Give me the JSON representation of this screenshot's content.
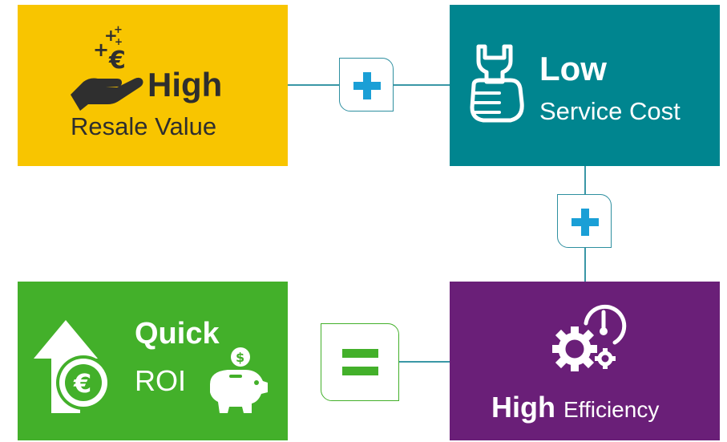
{
  "colors": {
    "resale_bg": "#f8c500",
    "service_bg": "#00858f",
    "roi_bg": "#43b02a",
    "efficiency_bg": "#6a1f78",
    "plus_color": "#1a9fd6",
    "equals_color": "#43b02a",
    "connector_color": "#3a97a6"
  },
  "resale": {
    "headline": "High",
    "subtitle": "Resale Value",
    "icon": "hand-euro-icon"
  },
  "service": {
    "headline": "Low",
    "subtitle": "Service Cost",
    "icon": "wrench-fist-icon"
  },
  "efficiency": {
    "headline": "High",
    "subtitle": "Efficiency",
    "icon": "gauge-gears-icon"
  },
  "roi": {
    "headline": "Quick",
    "subtitle": "ROI",
    "icons": [
      "arrow-euro-icon",
      "piggy-bank-icon"
    ],
    "euro_symbol": "€",
    "dollar_symbol": "$"
  },
  "operators": {
    "plus_top": "+",
    "plus_right": "+",
    "equals": "="
  },
  "decor": {
    "plus_sparkles": "+"
  }
}
